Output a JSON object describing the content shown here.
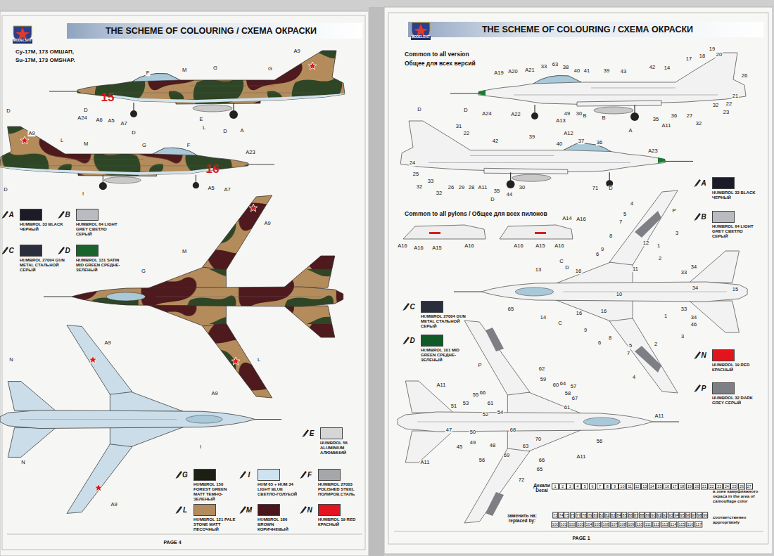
{
  "diagram": {
    "title": "THE SCHEME OF COLOURING / СХЕМА ОКРАСКИ",
    "labels": [
      "THE SCHEME OF COLOURING / СХЕМА ОКРАСКИ",
      "PAGE 4",
      "PAGE 1",
      "MODELSVIT",
      "MODELSVIT",
      "Су-17М, 173 ОМШАП,",
      "Su-17M, 173 OMSHAP.",
      "Common to all version",
      "Общее для всех версий",
      "Common to all pylons / Общее для всех пилонов",
      "15",
      "16",
      "A",
      "B",
      "C",
      "D",
      "E",
      "G",
      "I",
      "F",
      "L",
      "M",
      "N",
      "A",
      "B",
      "C",
      "D",
      "N",
      "P",
      "A9",
      "F",
      "M",
      "G",
      "G",
      "D",
      "A24",
      "A6",
      "A5",
      "A7",
      "D",
      "E",
      "L",
      "D",
      "A",
      "D",
      "A9",
      "L",
      "M",
      "G",
      "F",
      "A23",
      "A5",
      "A7",
      "I",
      "D",
      "A9",
      "M",
      "G",
      "L",
      "A9",
      "A9",
      "N",
      "I",
      "A9",
      "N",
      "A19",
      "A20",
      "A21",
      "33",
      "63",
      "38",
      "40",
      "41",
      "39",
      "43",
      "42",
      "14",
      "17",
      "18",
      "19",
      "20",
      "26",
      "21",
      "22",
      "23",
      "32",
      "32",
      "27",
      "36",
      "A11",
      "35",
      "30",
      "49",
      "A13",
      "A22",
      "A24",
      "D",
      "D",
      "B",
      "B",
      "A",
      "31",
      "22",
      "42",
      "39",
      "A12",
      "40",
      "37",
      "36",
      "A23",
      "24",
      "25",
      "33",
      "32",
      "32",
      "26",
      "29",
      "28",
      "A11",
      "35",
      "30",
      "44",
      "71",
      "D",
      "D",
      "A14",
      "A16",
      "A16",
      "A16",
      "A15",
      "A16",
      "A16",
      "A15",
      "A16",
      "4",
      "P",
      "5",
      "7",
      "8",
      "9",
      "6",
      "3",
      "1",
      "12",
      "2",
      "13",
      "C",
      "D",
      "16",
      "11",
      "34",
      "33",
      "34",
      "15",
      "10",
      "16",
      "C",
      "14",
      "16",
      "9",
      "8",
      "6",
      "5",
      "7",
      "2",
      "1",
      "33",
      "34",
      "46",
      "3",
      "4",
      "65",
      "P",
      "62",
      "59",
      "60",
      "64",
      "57",
      "66",
      "55",
      "53",
      "51",
      "61",
      "52",
      "54",
      "58",
      "67",
      "61",
      "56",
      "A11",
      "A11",
      "A11",
      "A11",
      "47",
      "45",
      "50",
      "49",
      "48",
      "68",
      "63",
      "69",
      "66",
      "65",
      "72",
      "70",
      "56",
      "Декали Decal",
      "заменить на: replaced by:",
      "в зоне камуфляжного окраса in the area of camouflage color",
      "соответственно appropriately",
      "1",
      "2",
      "3",
      "4",
      "5",
      "6",
      "7",
      "8",
      "9",
      "10",
      "11",
      "12",
      "13",
      "14",
      "15",
      "16",
      "17",
      "18",
      "19",
      "20",
      "21",
      "22",
      "23",
      "24",
      "25",
      "26",
      "27",
      "73",
      "74",
      "75",
      "76",
      "77",
      "78",
      "79",
      "80",
      "81",
      "82",
      "83",
      "84",
      "85",
      "86",
      "87",
      "88",
      "89",
      "90",
      "91",
      "92",
      "93",
      "94",
      "95",
      "96",
      "97",
      "98",
      "99",
      "100",
      "101",
      "102",
      "103",
      "104",
      "105",
      "106",
      "107",
      "108",
      "109",
      "110",
      "111",
      "112",
      "113",
      "114",
      "115",
      "116",
      "117"
    ],
    "legend": [
      {
        "text": "HUMBROL 33 BLACK ЧЕРНЫЙ",
        "color": "#1b1c28"
      },
      {
        "text": "HUMBROL 64 LIGHT GREY СВЕТЛО СЕРЫЙ",
        "color": "#b9bbc0"
      },
      {
        "text": "HUMBROL 27004 GUN METAL СТАЛЬНОЙ СЕРЫЙ",
        "color": "#2a2e3c"
      },
      {
        "text": "HUMBROL 131 SATIN MID GREEN СРЕДНЕ-ЗЕЛЕНЫЙ",
        "color": "#17652c"
      },
      {
        "text": "HUMBROL 56 ALUMINIUM АЛЮМИНИЙ",
        "color": "#d6d6d6"
      },
      {
        "text": "HUMBROL 150 FOREST GREEN MATT ТЕМНО-ЗЕЛЕНЫЙ",
        "color": "#1b1f14"
      },
      {
        "text": "HUM 65 + HUM 34 LIGHT BLUE СВЕТЛО-ГОЛУБОЙ",
        "color": "#cde4f0"
      },
      {
        "text": "HUMBROL 27003 POLISHED STEEL ПОЛИРОВ.СТАЛЬ",
        "color": "#a6a7ab"
      },
      {
        "text": "HUMBROL 121 PALE STONE MATT ПЕСОЧНЫЙ",
        "color": "#b38b5d"
      },
      {
        "text": "HUMBROL 186 BROWN КОРИЧНЕВЫЙ",
        "color": "#4b1519"
      },
      {
        "text": "HUMBROL 19 RED КРАСНЫЙ",
        "color": "#e2141d"
      },
      {
        "text": "HUMBROL 33 BLACK ЧЕРНЫЙ",
        "color": "#1b1c28"
      },
      {
        "text": "HUMBROL 64 LIGHT GREY СВЕТЛО СЕРЫЙ",
        "color": "#b9bbc0"
      },
      {
        "text": "HUMBROL 27004 GUN METAL СТАЛЬНОЙ СЕРЫЙ",
        "color": "#2a2e3c"
      },
      {
        "text": "HUMBROL 101 MID GREEN СРЕДНЕ-ЗЕЛЕНЫЙ",
        "color": "#0f5a26"
      },
      {
        "text": "HUMBROL 19 RED КРАСНЫЙ",
        "color": "#e2141d"
      },
      {
        "text": "HUMBROL 32 DARK GREY СЕРЫЙ",
        "color": "#7d7f85"
      }
    ]
  }
}
